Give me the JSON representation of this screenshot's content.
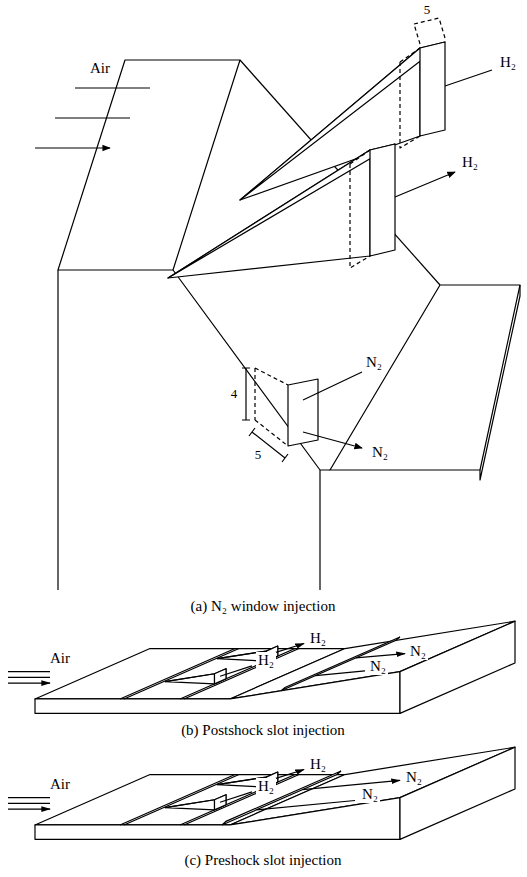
{
  "diagram": {
    "labels": [
      "5",
      "H₂",
      "Air",
      "H₂",
      "4",
      "N₂",
      "5",
      "N₂",
      "(a) N₂ window injection",
      "H₂",
      "Air",
      "H₂",
      "N₂",
      "N₂",
      "(b) Postshock slot injection",
      "H₂",
      "Air",
      "H₂",
      "N₂",
      "N₂",
      "(c) Preshock slot injection"
    ]
  }
}
